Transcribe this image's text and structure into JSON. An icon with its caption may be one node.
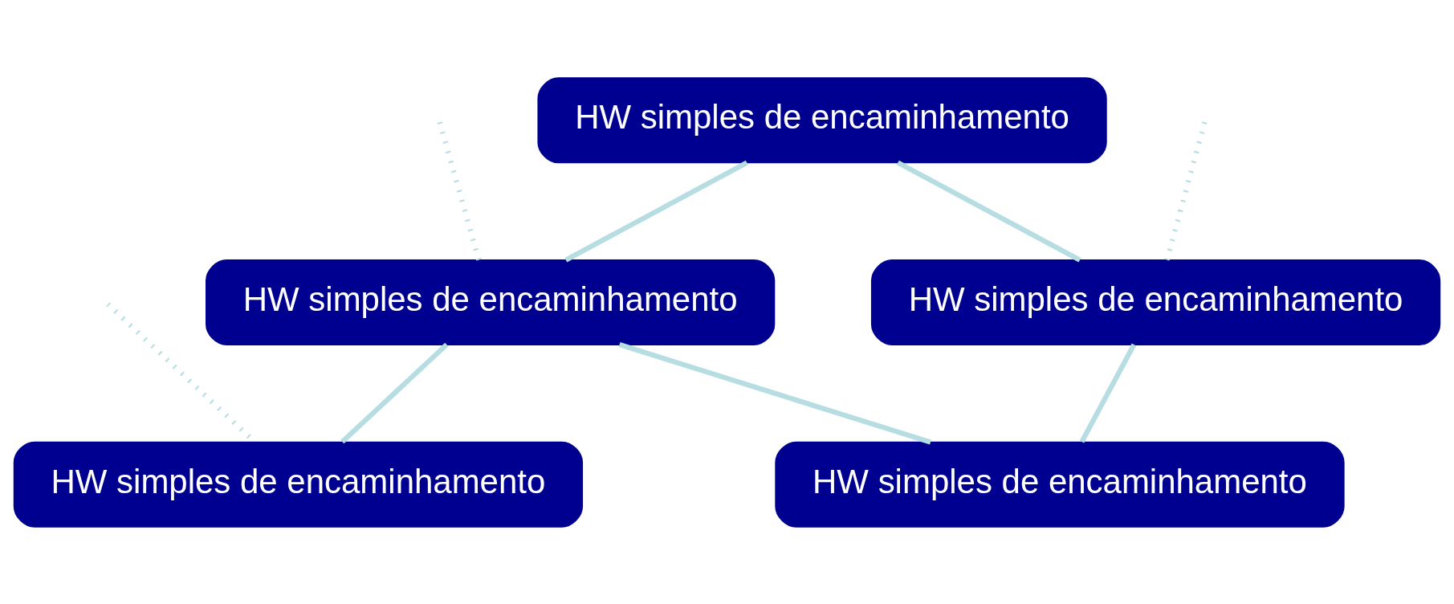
{
  "diagram": {
    "nodes": [
      {
        "text": [
          "HW simples de encaminhamento"
        ]
      },
      {
        "text": [
          "HW simples de encaminhamento"
        ]
      },
      {
        "text": [
          "HW simples de encaminhamento"
        ]
      },
      {
        "text": [
          "HW simples de encaminhamento"
        ]
      },
      {
        "text": [
          "HW simples de encaminhamento"
        ]
      }
    ],
    "edges": [
      {
        "from": 0,
        "to": 3,
        "arrow": "none"
      },
      {
        "from": 0,
        "to": 2,
        "arrow": "none"
      },
      {
        "from": 2,
        "to": 1,
        "arrow": "none"
      },
      {
        "from": 2,
        "to": 4,
        "arrow": "none"
      },
      {
        "from": 3,
        "to": 4,
        "arrow": "none"
      },
      {
        "from": null,
        "to": 3,
        "arrow": "none",
        "style": "dashed"
      },
      {
        "from": null,
        "to": 2,
        "arrow": "none",
        "style": "dashed"
      },
      {
        "from": null,
        "to": 1,
        "arrow": "none",
        "style": "dashed"
      }
    ]
  }
}
